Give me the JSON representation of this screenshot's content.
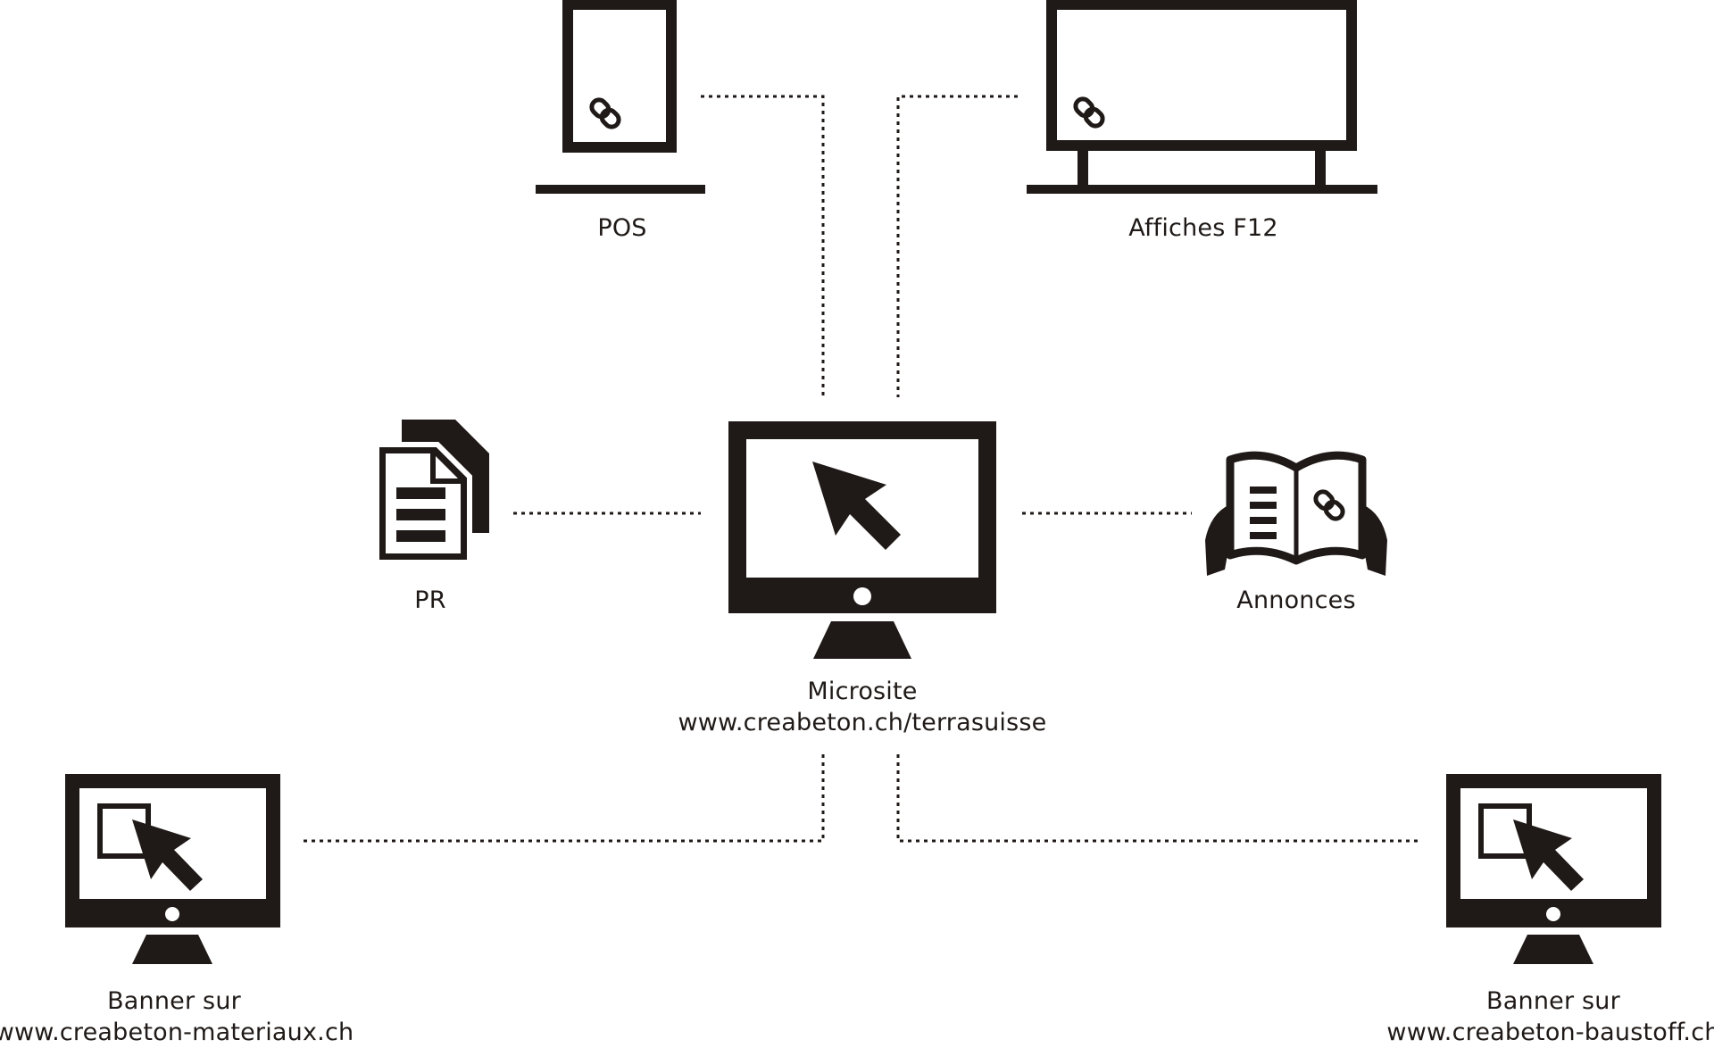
{
  "nodes": {
    "pos": {
      "label": "POS",
      "icon": "tablet-pos-icon"
    },
    "affiches": {
      "label": "Affiches F12",
      "icon": "billboard-icon"
    },
    "pr": {
      "label": "PR",
      "icon": "documents-icon"
    },
    "annonces": {
      "label": "Annonces",
      "icon": "open-magazine-icon"
    },
    "microsite": {
      "line1": "Microsite",
      "line2": "www.creabeton.ch/terrasuisse",
      "icon": "desktop-cursor-icon"
    },
    "banner_left": {
      "line1": "Banner sur",
      "line2": "www.creabeton-materiaux.ch",
      "icon": "desktop-banner-icon"
    },
    "banner_right": {
      "line1": "Banner sur",
      "line2": "www.creabeton-baustoff.ch",
      "icon": "desktop-banner-icon"
    }
  },
  "colors": {
    "ink": "#1f1a17",
    "background": "#ffffff"
  }
}
